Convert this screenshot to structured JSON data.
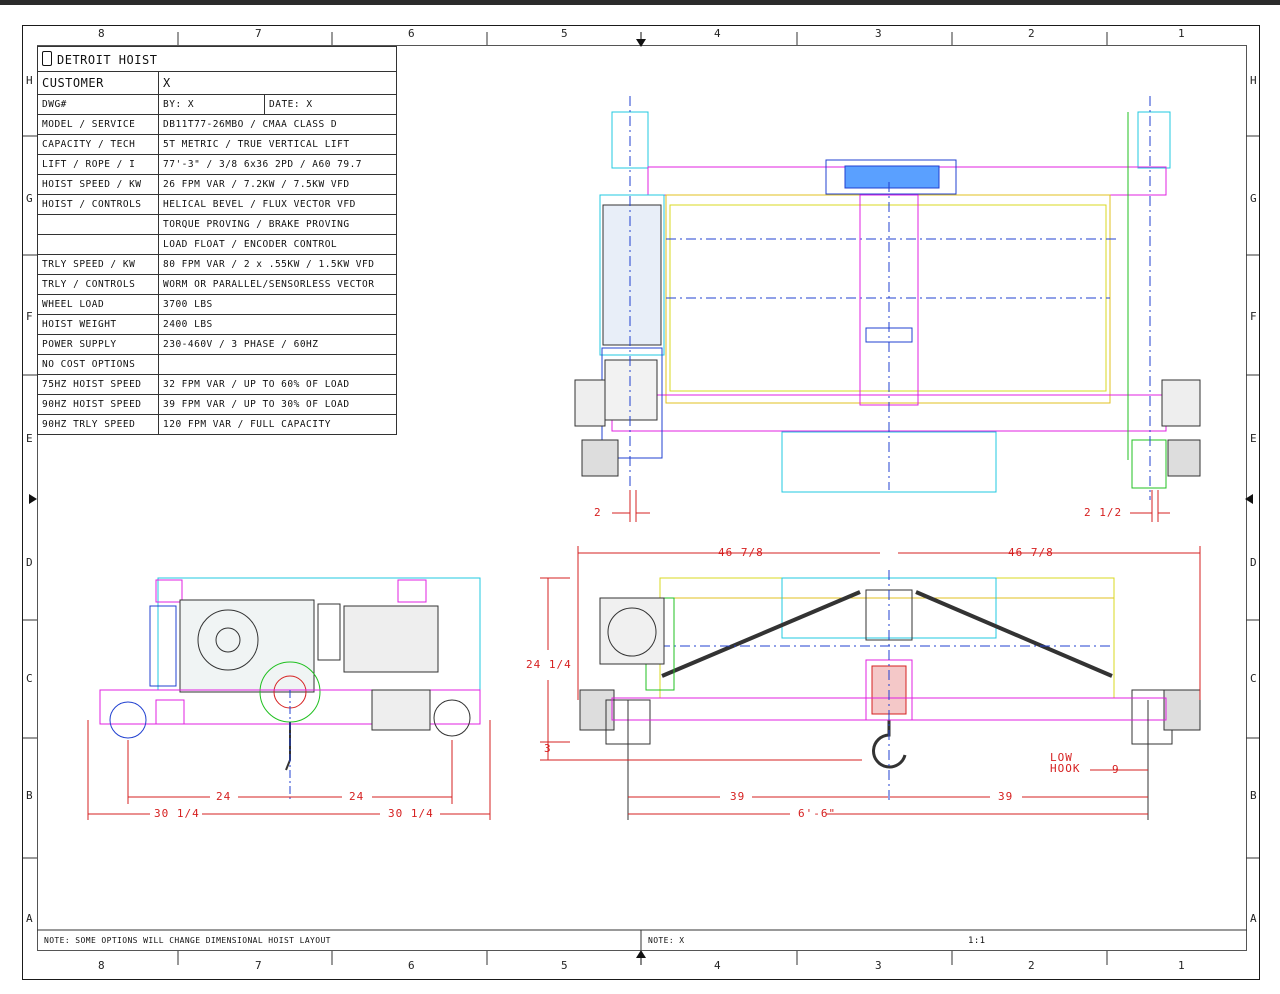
{
  "zones_top": [
    "8",
    "7",
    "6",
    "5",
    "4",
    "3",
    "2",
    "1"
  ],
  "zones_side": [
    "H",
    "G",
    "F",
    "E",
    "D",
    "C",
    "B",
    "A"
  ],
  "title_block": {
    "company": "DETROIT HOIST",
    "customer_label": "CUSTOMER",
    "customer_value": "X",
    "dwg_label": "DWG#",
    "by": "BY: X",
    "date": "DATE: X",
    "rows": [
      {
        "label": "MODEL / SERVICE",
        "value": "DB11T77-26MBO / CMAA CLASS D"
      },
      {
        "label": "CAPACITY / TECH",
        "value": "5T METRIC / TRUE VERTICAL LIFT"
      },
      {
        "label": "LIFT / ROPE / I",
        "value": "77'-3\" / 3/8 6x36 2PD / A60 79.7"
      },
      {
        "label": "HOIST SPEED / KW",
        "value": "26 FPM VAR / 7.2KW / 7.5KW VFD"
      },
      {
        "label": "HOIST / CONTROLS",
        "value": "HELICAL BEVEL / FLUX VECTOR VFD"
      },
      {
        "label": "",
        "value": "TORQUE PROVING / BRAKE PROVING"
      },
      {
        "label": "",
        "value": "LOAD FLOAT / ENCODER CONTROL"
      },
      {
        "label": "TRLY SPEED / KW",
        "value": "80 FPM VAR / 2 x .55KW / 1.5KW VFD"
      },
      {
        "label": "TRLY / CONTROLS",
        "value": "WORM OR PARALLEL/SENSORLESS VECTOR"
      },
      {
        "label": "WHEEL LOAD",
        "value": "3700 LBS"
      },
      {
        "label": "HOIST WEIGHT",
        "value": "2400 LBS"
      },
      {
        "label": "POWER SUPPLY",
        "value": "230-460V / 3 PHASE / 60HZ"
      },
      {
        "label": "NO COST OPTIONS",
        "value": ""
      },
      {
        "label": "75HZ HOIST SPEED",
        "value": "32 FPM VAR / UP TO 60% OF LOAD"
      },
      {
        "label": "90HZ HOIST SPEED",
        "value": "39 FPM VAR / UP TO 30% OF LOAD"
      },
      {
        "label": "90HZ TRLY SPEED",
        "value": "120 FPM VAR / FULL CAPACITY"
      }
    ]
  },
  "notes": {
    "left": "NOTE:   SOME OPTIONS WILL CHANGE DIMENSIONAL HOIST LAYOUT",
    "right": "NOTE:   X",
    "scale": "1:1"
  },
  "dimensions": {
    "top_left_gap": "2",
    "top_right_gap": "2 1/2",
    "front_half_left": "46 7/8",
    "front_half_right": "46 7/8",
    "front_height": "24 1/4",
    "front_offset": "3",
    "low_hook": "LOW HOOK",
    "low_hook_dim": "9",
    "front_39_left": "39",
    "front_39_right": "39",
    "front_overall": "6'-6\"",
    "side_24_left": "24",
    "side_24_right": "24",
    "side_30_left": "30 1/4",
    "side_30_right": "30 1/4"
  },
  "colors": {
    "dim_red": "#d62020",
    "magenta": "#e020e0",
    "cyan": "#20c8e0",
    "blue": "#2040d0",
    "green": "#20c020",
    "yellow": "#d8d820"
  }
}
